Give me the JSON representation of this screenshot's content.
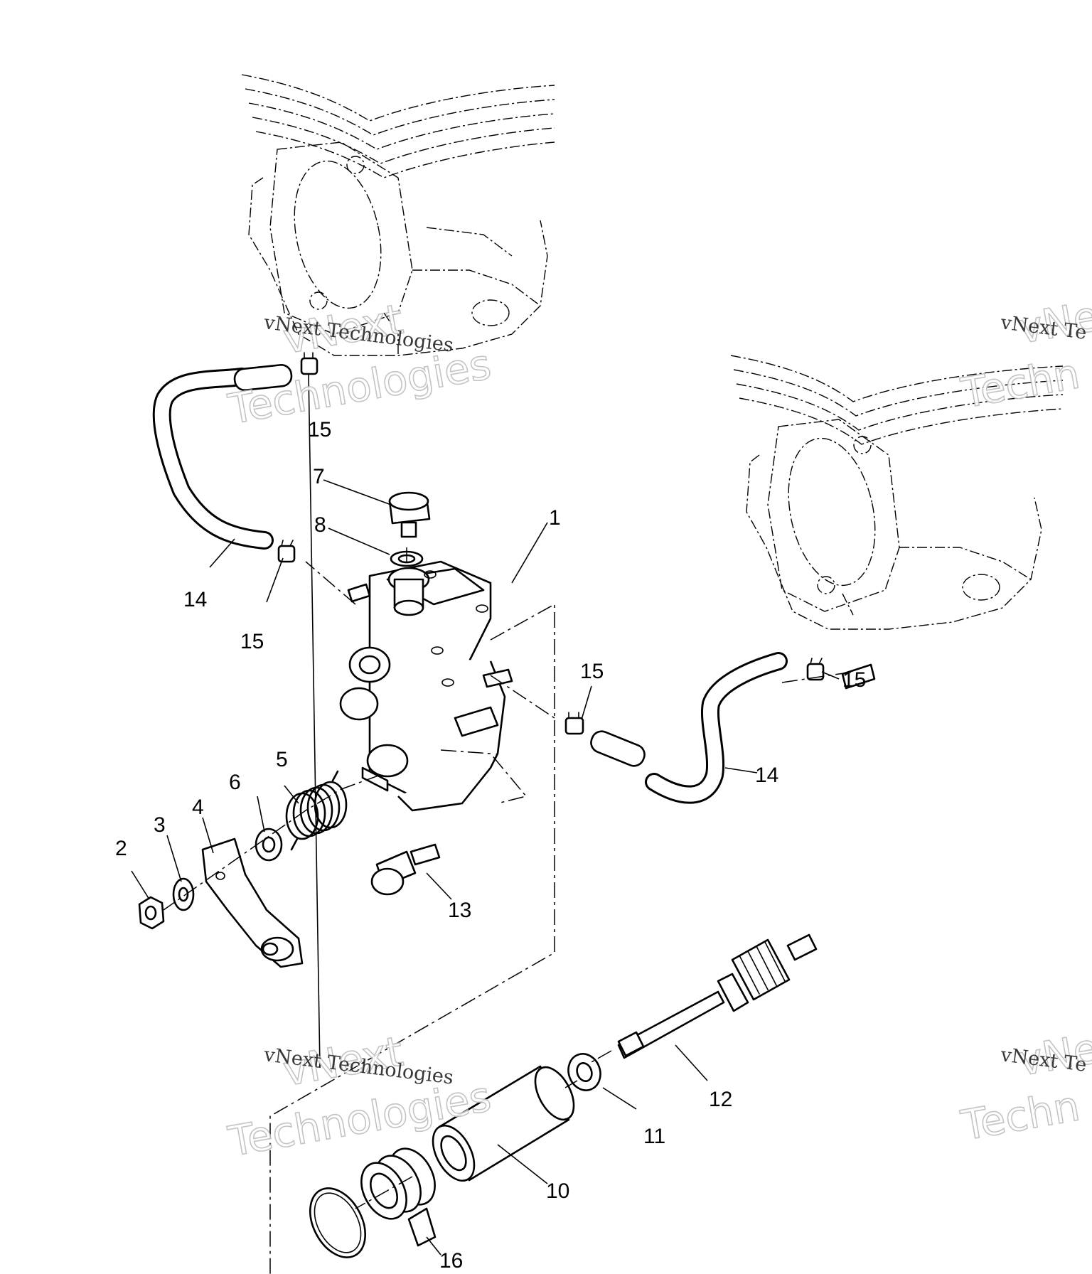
{
  "callouts": {
    "c1": "1",
    "c2": "2",
    "c3": "3",
    "c4": "4",
    "c5": "5",
    "c6": "6",
    "c7": "7",
    "c8": "8",
    "c10": "10",
    "c11": "11",
    "c12": "12",
    "c13": "13",
    "c14a": "14",
    "c14b": "14",
    "c15a": "15",
    "c15b": "15",
    "c15c": "15",
    "c15d": "15",
    "c16": "16"
  },
  "watermarks": {
    "line1": "vNext Technologies",
    "line2": "vNext Technologies",
    "line3": "vNext Te",
    "line4": "vNext Te",
    "big1a": "vNext",
    "big1b": "Technologies",
    "big2a": "vNext",
    "big2b": "Technologies",
    "big3a": "vNe",
    "big3b": "Techn",
    "big4a": "vNe",
    "big4b": "Techn"
  }
}
